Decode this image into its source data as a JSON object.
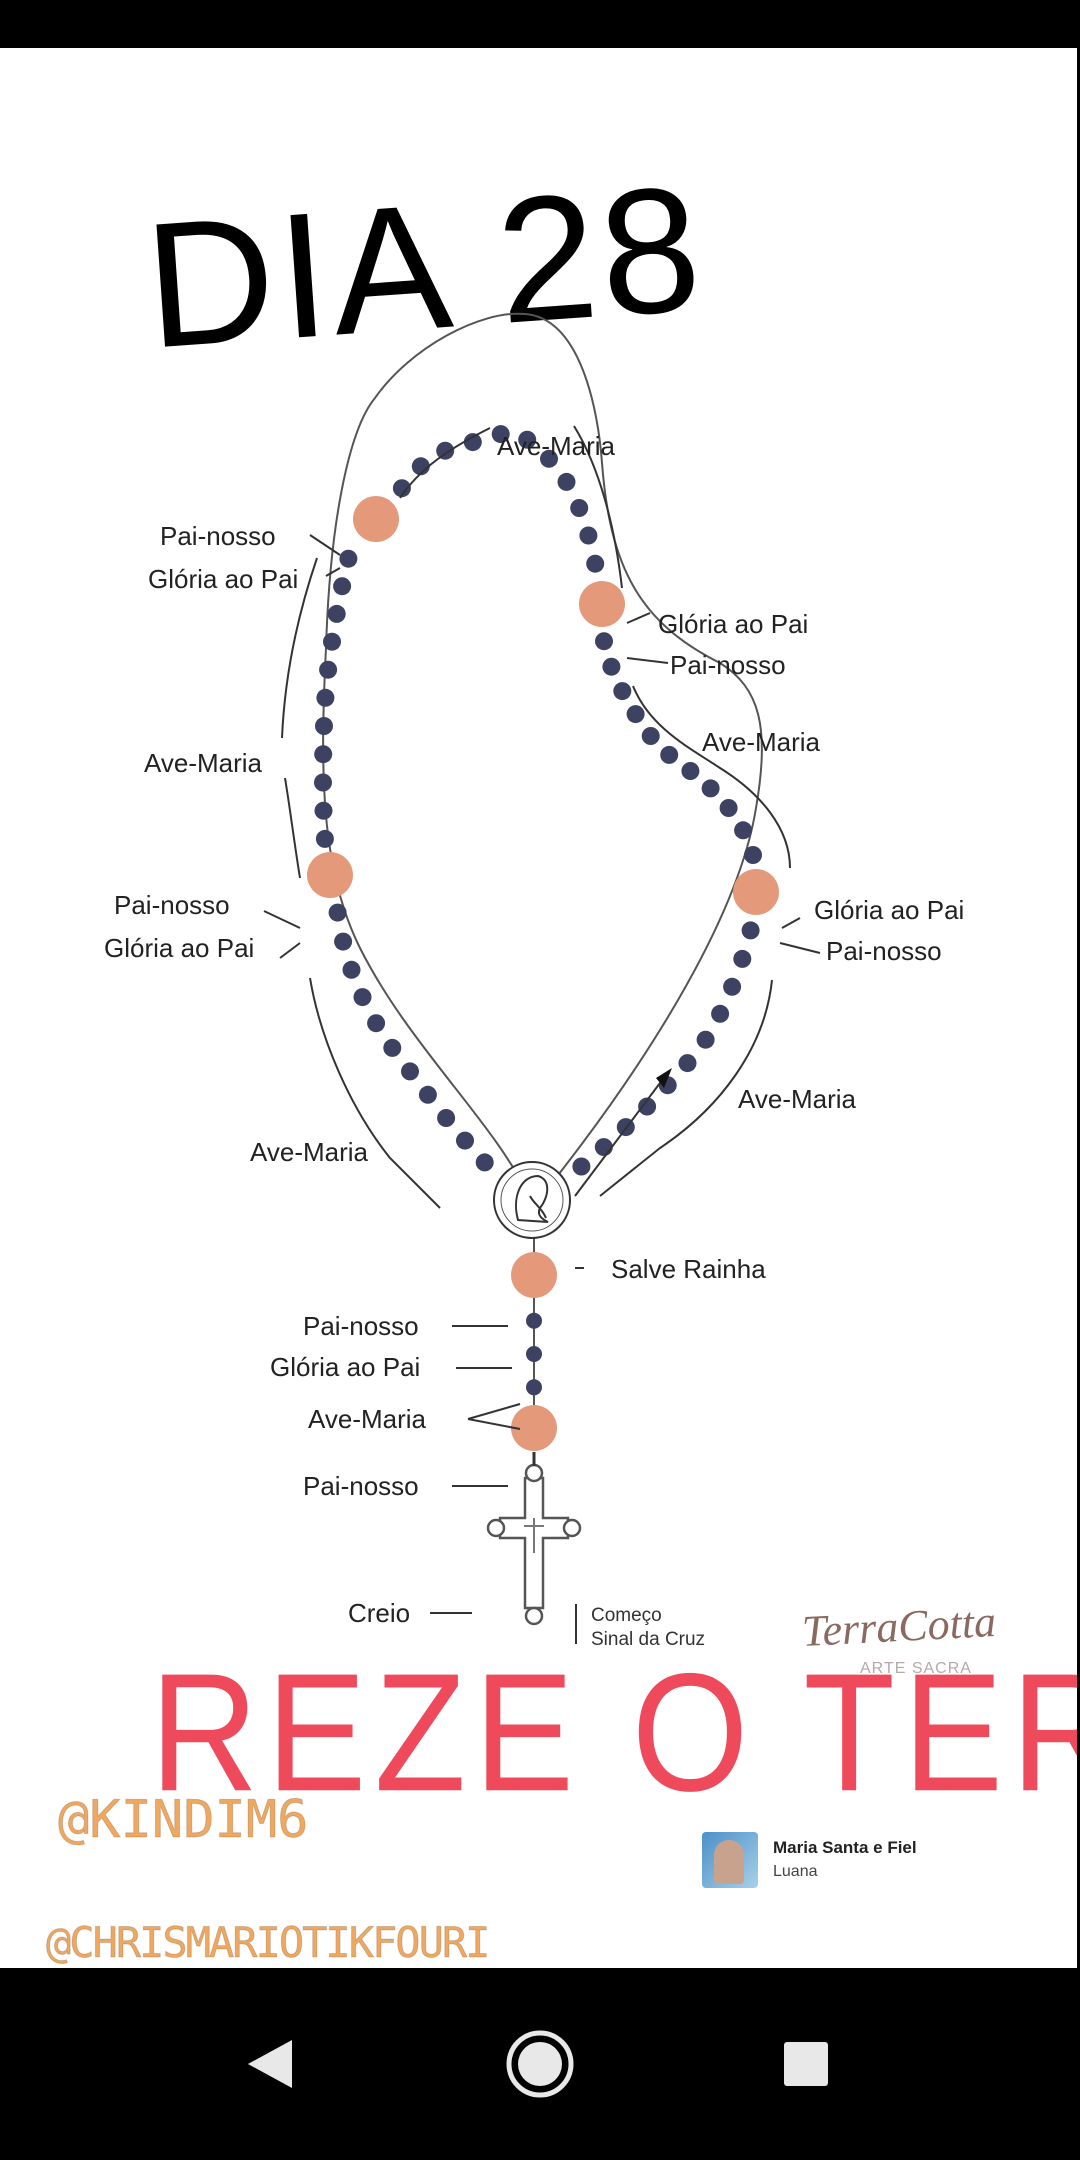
{
  "title": "DIA 28",
  "rosary": {
    "labels": {
      "ave_top": "Ave-Maria",
      "pai_nosso_tl": "Pai-nosso",
      "gloria_tl": "Glória ao Pai",
      "gloria_tr": "Glória ao Pai",
      "pai_nosso_tr": "Pai-nosso",
      "ave_left": "Ave-Maria",
      "ave_right": "Ave-Maria",
      "pai_nosso_ml": "Pai-nosso",
      "gloria_ml": "Glória ao Pai",
      "gloria_mr": "Glória ao Pai",
      "pai_nosso_mr": "Pai-nosso",
      "ave_lower_right": "Ave-Maria",
      "ave_lower_left": "Ave-Maria",
      "salve_rainha": "Salve Rainha",
      "pai_nosso_stem1": "Pai-nosso",
      "gloria_stem": "Glória ao Pai",
      "ave_stem": "Ave-Maria",
      "pai_nosso_stem2": "Pai-nosso",
      "creio": "Creio",
      "comeco": "Começo",
      "sinal_da_cruz": "Sinal da Cruz"
    }
  },
  "brand": {
    "name": "TerraCotta",
    "subtitle": "ARTE SACRA"
  },
  "caption": "REZE O TERÇO",
  "handles": [
    "@KINDIM6",
    "@CHRISMARIOTIKFOURI"
  ],
  "music": {
    "title": "Maria Santa e Fiel",
    "artist": "Luana"
  },
  "colors": {
    "bead": "#3d4263",
    "large_bead": "#e49a7a",
    "caption": "#ef4a5c",
    "handle": "#f0a860"
  },
  "nav": {
    "back": "back-icon",
    "home": "home-icon",
    "recents": "recents-icon"
  }
}
